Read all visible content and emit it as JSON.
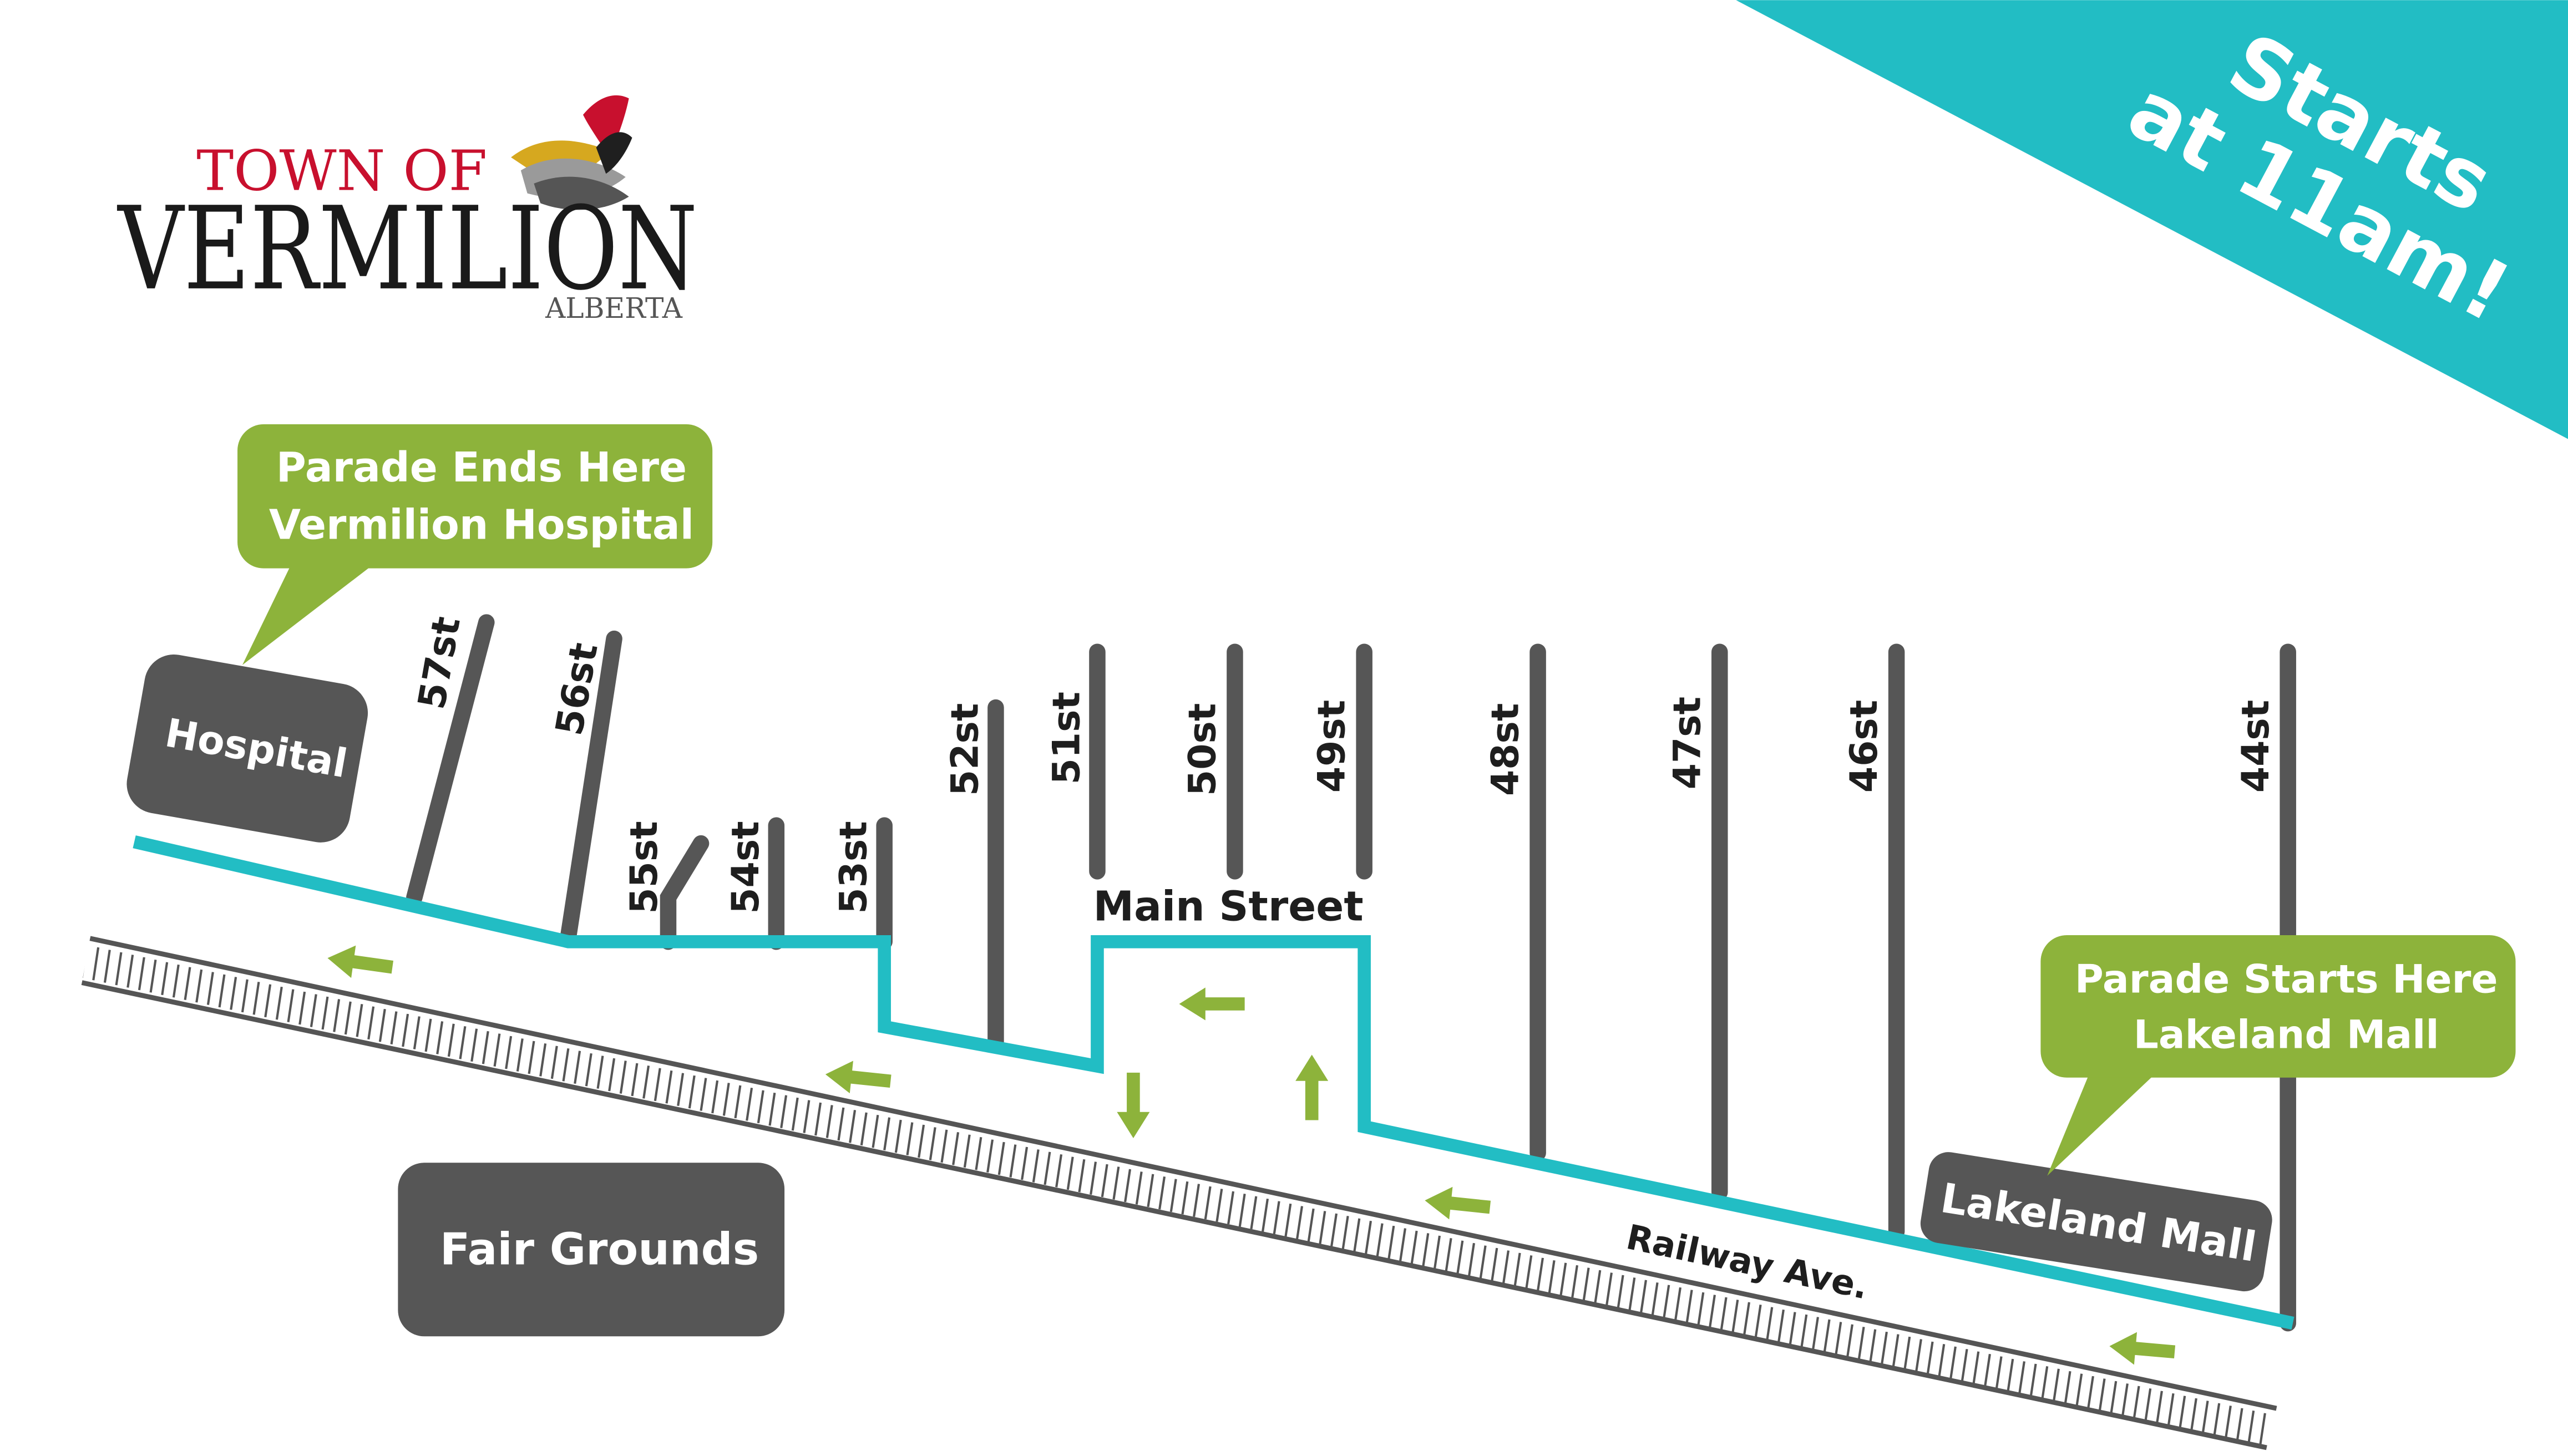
{
  "logo": {
    "line1": "TOWN OF",
    "line2": "VERMILION",
    "line3": "ALBERTA"
  },
  "banner": {
    "line1": "Starts",
    "line2": "at 11am!",
    "color": "#22bdc4"
  },
  "callouts": {
    "end_line1": "Parade Ends Here",
    "end_line2": "Vermilion Hospital",
    "start_line1": "Parade Starts Here",
    "start_line2": "Lakeland Mall",
    "color": "#8db33b"
  },
  "places": {
    "hospital": "Hospital",
    "fair_grounds": "Fair Grounds",
    "lakeland_mall": "Lakeland Mall",
    "color": "#565656"
  },
  "streets": {
    "s57": "57st",
    "s56": "56st",
    "s55": "55st",
    "s54": "54st",
    "s53": "53st",
    "s52": "52st",
    "s51": "51st",
    "s50": "50st",
    "s49": "49st",
    "s48": "48st",
    "s47": "47st",
    "s46": "46st",
    "s44": "44st",
    "main_street": "Main Street",
    "railway_ave": "Railway Ave."
  },
  "route": {
    "color": "#22bdc4",
    "arrow_color": "#8db33b",
    "street_color": "#565656"
  }
}
